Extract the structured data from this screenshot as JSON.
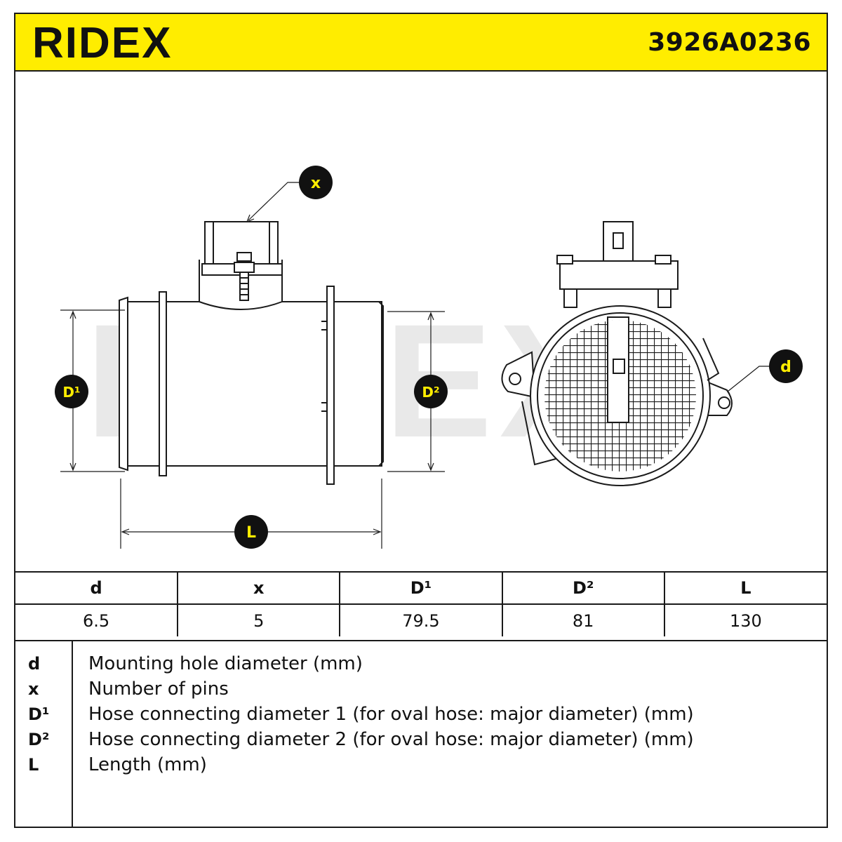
{
  "header": {
    "brand": "RIDEX",
    "part_number": "3926A0236",
    "background_color": "#FFED00"
  },
  "drawing": {
    "watermark": "RIDEX",
    "callouts": {
      "x": "x",
      "d": "d",
      "D1": "D¹",
      "D2": "D²",
      "L": "L"
    },
    "callout_color": "#FFED00"
  },
  "specs": {
    "headers": [
      "d",
      "x",
      "D¹",
      "D²",
      "L"
    ],
    "values": [
      "6.5",
      "5",
      "79.5",
      "81",
      "130"
    ]
  },
  "legend": [
    {
      "key": "d",
      "desc": "Mounting hole diameter (mm)"
    },
    {
      "key": "x",
      "desc": "Number of pins"
    },
    {
      "key": "D¹",
      "desc": "Hose connecting diameter 1 (for oval hose: major diameter) (mm)"
    },
    {
      "key": "D²",
      "desc": "Hose connecting diameter 2 (for oval hose: major diameter) (mm)"
    },
    {
      "key": "L",
      "desc": "Length (mm)"
    }
  ]
}
